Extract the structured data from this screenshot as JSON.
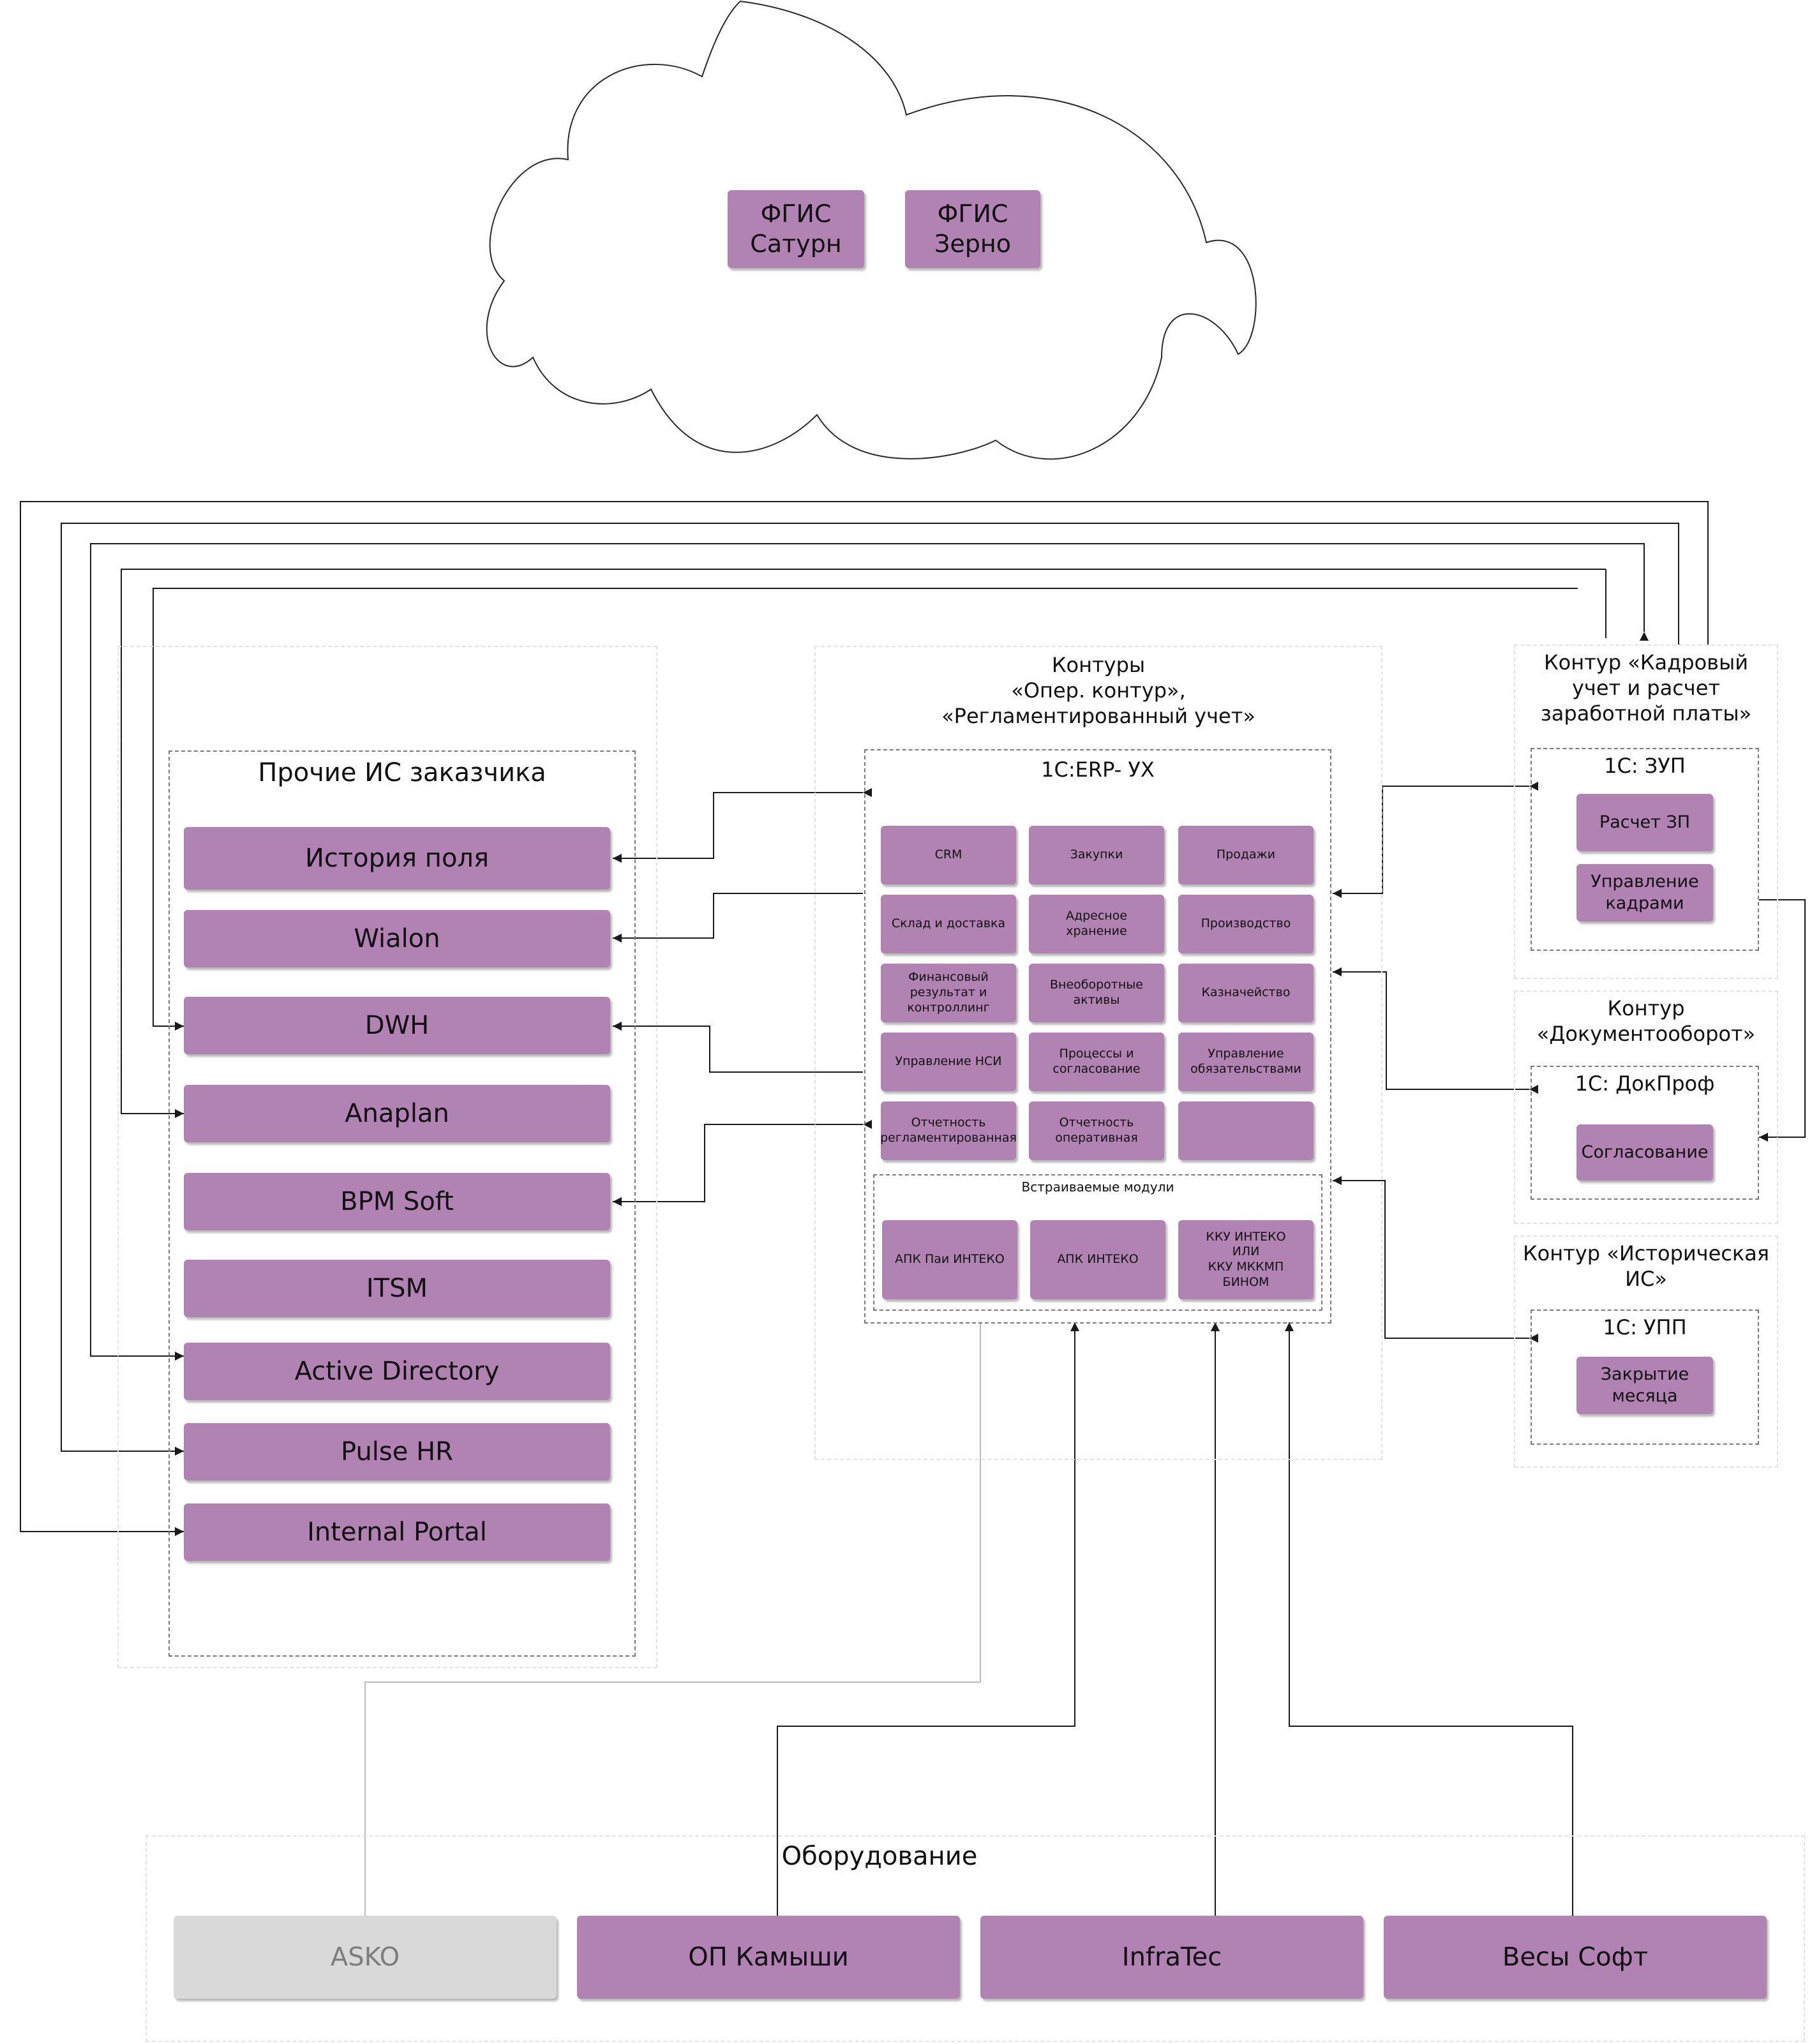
{
  "cloud": {
    "items": [
      {
        "label": "ФГИС\nСатурн"
      },
      {
        "label": "ФГИС\nЗерно"
      }
    ]
  },
  "client_is": {
    "title": "Прочие ИС заказчика",
    "items": [
      {
        "label": "История поля"
      },
      {
        "label": "Wialon"
      },
      {
        "label": "DWH"
      },
      {
        "label": "Anaplan"
      },
      {
        "label": "BPM Soft"
      },
      {
        "label": "ITSM"
      },
      {
        "label": "Active Directory"
      },
      {
        "label": "Pulse HR"
      },
      {
        "label": "Internal Portal"
      }
    ]
  },
  "erp_contour": {
    "title": "Контуры\n«Опер. контур»,\n«Регламентированный учет»",
    "system_title": "1С:ERP- УХ",
    "modules": [
      {
        "label": "CRM"
      },
      {
        "label": "Закупки"
      },
      {
        "label": "Продажи"
      },
      {
        "label": "Склад и доставка"
      },
      {
        "label": "Адресное хранение"
      },
      {
        "label": "Производство"
      },
      {
        "label": "Финансовый\nрезультат и\nконтроллинг"
      },
      {
        "label": "Внеоборотные активы"
      },
      {
        "label": "Казначейство"
      },
      {
        "label": "Управление НСИ"
      },
      {
        "label": "Процессы и\nсогласование"
      },
      {
        "label": "Управление\nобязательствами"
      },
      {
        "label": "Отчетность\nрегламентированная"
      },
      {
        "label": "Отчетность\nоперативная"
      },
      {
        "label": ""
      }
    ],
    "embedded_title": "Встраиваемые модули",
    "embedded": [
      {
        "label": "АПК Паи ИНТЕКО"
      },
      {
        "label": "АПК ИНТЕКО"
      },
      {
        "label": "ККУ ИНТЕКО\nИЛИ\nККУ МККМП БИНОМ"
      }
    ]
  },
  "hr_contour": {
    "title": "Контур «Кадровый\nучет и расчет\nзаработной платы»",
    "system_title": "1С: ЗУП",
    "items": [
      {
        "label": "Расчет ЗП"
      },
      {
        "label": "Управление\nкадрами"
      }
    ]
  },
  "doc_contour": {
    "title": "Контур\n«Документооборот»",
    "system_title": "1С: ДокПроф",
    "items": [
      {
        "label": "Согласование"
      }
    ]
  },
  "hist_contour": {
    "title": "Контур «Историческая\nИС»",
    "system_title": "1С: УПП",
    "items": [
      {
        "label": "Закрытие месяца"
      }
    ]
  },
  "equipment": {
    "title": "Оборудование",
    "items": [
      {
        "label": "ASKO"
      },
      {
        "label": "ОП Камыши"
      },
      {
        "label": "InfraTec"
      },
      {
        "label": "Весы Софт"
      }
    ]
  },
  "colors": {
    "box_fill": "#b083b3",
    "inactive_fill": "#d9d9d9",
    "line": "#1a1a1a",
    "inactive_line": "#bdbdbd"
  }
}
